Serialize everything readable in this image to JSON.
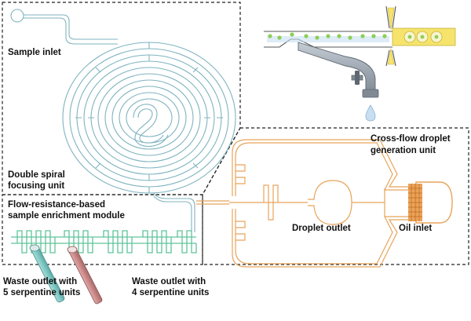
{
  "labels": {
    "sample_inlet": "Sample inlet",
    "double_spiral_line1": "Double spiral",
    "double_spiral_line2": "focusing unit",
    "enrichment_line1": "Flow-resistance-based",
    "enrichment_line2": "sample enrichment module",
    "crossflow_line1": "Cross-flow droplet",
    "crossflow_line2": "generation unit",
    "droplet_outlet": "Droplet outlet",
    "oil_inlet": "Oil inlet",
    "waste5_line1": "Waste outlet with",
    "waste5_line2": "5 serpentine units",
    "waste4_line1": "Waste outlet with",
    "waste4_line2": "4 serpentine units"
  },
  "colors": {
    "spiral_channel": "#7fb3bf",
    "serpentine_channel": "#5fc39a",
    "droplet_channel": "#e8a45a",
    "oil_chamber": "#e08a3a",
    "cells": "#8ccf55",
    "faucet_water": "#c8dff2",
    "faucet_gray": "#9aa3ad",
    "tube_teal": "#7ec8c4",
    "tube_red": "#c98787",
    "droplet_yellow": "#f5e36b",
    "dashed_border": "#222222"
  },
  "icons": {
    "faucet": "faucet-icon",
    "water_drop": "water-drop-icon"
  }
}
